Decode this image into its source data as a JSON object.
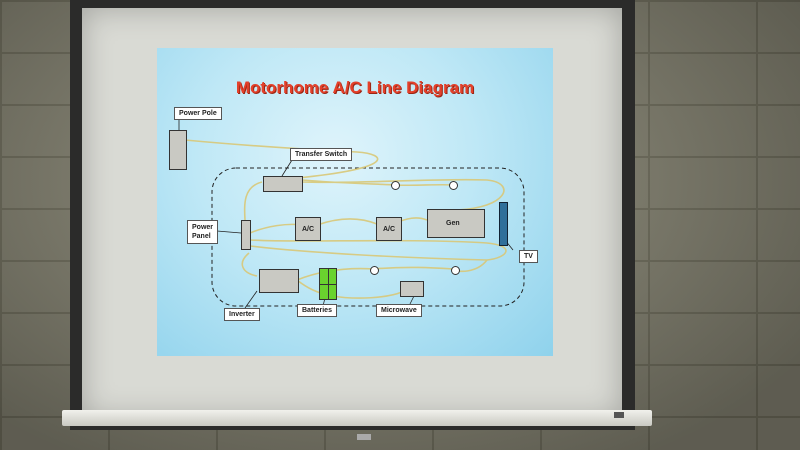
{
  "slide": {
    "title": "Motorhome A/C Line Diagram",
    "labels": {
      "power_pole": "Power Pole",
      "transfer_switch": "Transfer Switch",
      "power_panel": "Power\nPanel",
      "tv": "TV",
      "inverter": "Inverter",
      "batteries": "Batteries",
      "microwave": "Microwave"
    },
    "components": {
      "ac_1": "A/C",
      "ac_2": "A/C",
      "gen": "Gen"
    }
  },
  "colors": {
    "title": "#e4402a",
    "slide_background": "#bfe8f6",
    "wire": "#d9c878",
    "batteries": "#6ad32e",
    "tv": "#2f6f9a"
  }
}
